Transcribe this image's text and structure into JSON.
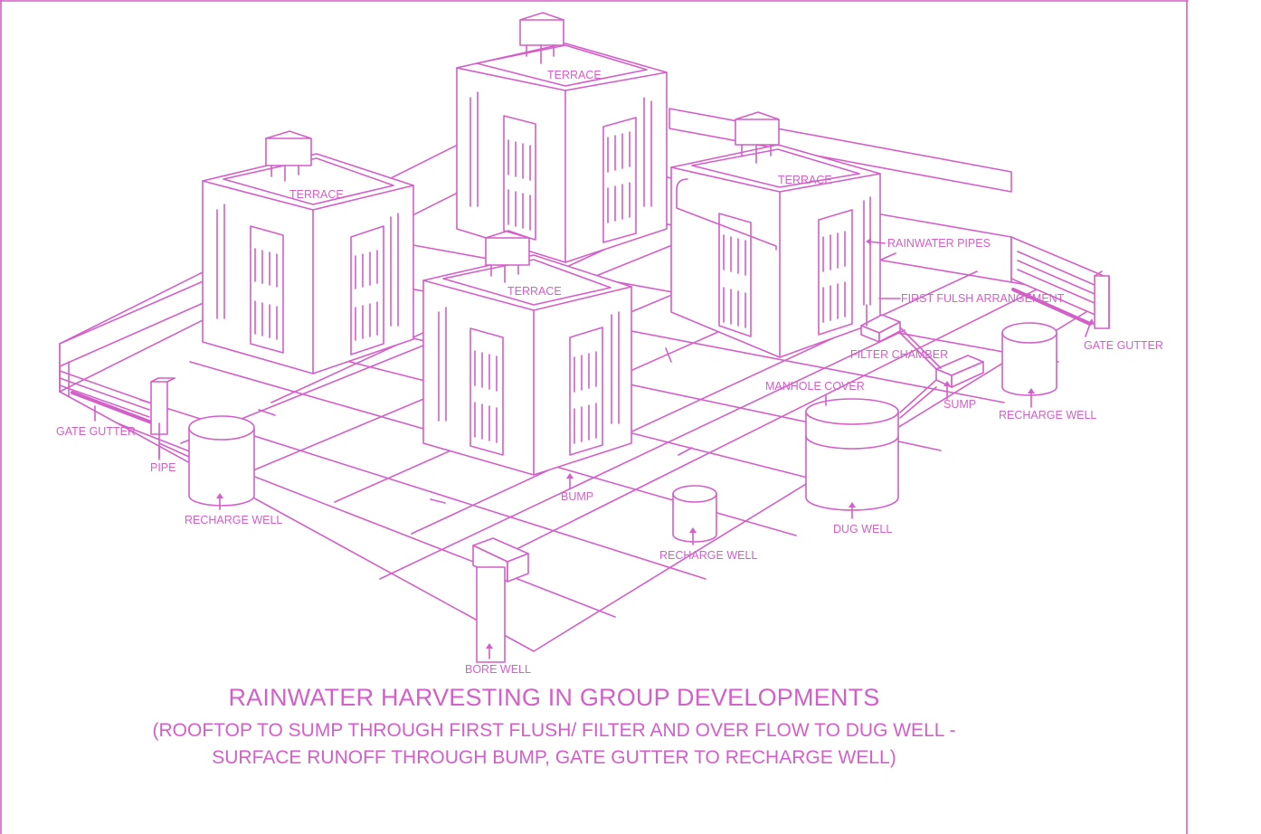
{
  "diagram": {
    "title": "RAINWATER HARVESTING IN GROUP DEVELOPMENTS",
    "subtitle_line1": "(ROOFTOP TO SUMP THROUGH FIRST FLUSH/ FILTER AND OVER FLOW TO DUG WELL -",
    "subtitle_line2": "SURFACE RUNOFF THROUGH BUMP, GATE GUTTER TO RECHARGE WELL)",
    "labels": {
      "terrace_back": "TERRACE",
      "terrace_left": "TERRACE",
      "terrace_right": "TERRACE",
      "terrace_front": "TERRACE",
      "rainwater_pipes": "RAINWATER PIPES",
      "first_flush": "FIRST FULSH ARRANGEMENT",
      "filter_chamber": "FILTER CHAMBER",
      "gate_gutter_right": "GATE GUTTER",
      "manhole_cover": "MANHOLE COVER",
      "sump": "SUMP",
      "recharge_well_right": "RECHARGE WELL",
      "gate_gutter_left": "GATE GUTTER",
      "pipe": "PIPE",
      "recharge_well_left": "RECHARGE WELL",
      "bump": "BUMP",
      "dug_well": "DUG WELL",
      "recharge_well_center": "RECHARGE WELL",
      "bore_well": "BORE WELL"
    },
    "colors": {
      "line": "#d35fc9",
      "background": "#ffffff"
    }
  }
}
